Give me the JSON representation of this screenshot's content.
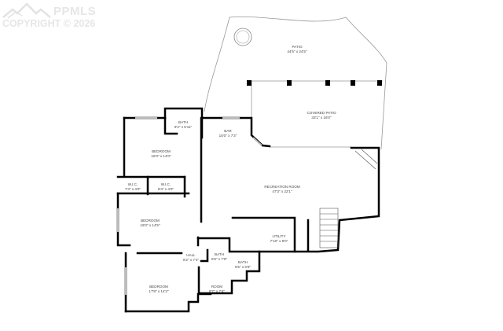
{
  "watermark": {
    "brand": "PPMLS",
    "copyright": "COPYRIGHT © 2026"
  },
  "rooms": [
    {
      "id": "patio",
      "name": "PATIO",
      "dims": "44'5\" x 24'5\""
    },
    {
      "id": "covered-patio",
      "name": "COVERED PATIO",
      "dims": "33'1\" x 16'0\""
    },
    {
      "id": "bath-1",
      "name": "BATH",
      "dims": "9'4\" x 5'11\""
    },
    {
      "id": "bar",
      "name": "BAR",
      "dims": "15'0\" x 7'3\""
    },
    {
      "id": "bedroom-1",
      "name": "BEDROOM",
      "dims": "18'3\" x 14'0\""
    },
    {
      "id": "wic-1",
      "name": "W.I.C.",
      "dims": "7'4\" x 4'0\""
    },
    {
      "id": "wic-2",
      "name": "W.I.C.",
      "dims": "8'4\" x 4'0\""
    },
    {
      "id": "recreation-room",
      "name": "RECREATION ROOM",
      "dims": "47'3\" x 22'1\""
    },
    {
      "id": "bedroom-2",
      "name": "BEDROOM",
      "dims": "16'0\" x 14'5\""
    },
    {
      "id": "utility",
      "name": "UTILITY",
      "dims": "7'10\" x 9'0\""
    },
    {
      "id": "hall",
      "name": "HALL",
      "dims": "8'2\" x 7'4\""
    },
    {
      "id": "bath-2",
      "name": "BATH",
      "dims": "5'6\" x 7'0\""
    },
    {
      "id": "bath-3",
      "name": "BATH",
      "dims": "6'5\" x 6'8\""
    },
    {
      "id": "bedroom-3",
      "name": "BEDROOM",
      "dims": "17'8\" x 14'2\""
    },
    {
      "id": "room",
      "name": "ROOM",
      "dims": "8'7\" x 7'4\""
    }
  ]
}
